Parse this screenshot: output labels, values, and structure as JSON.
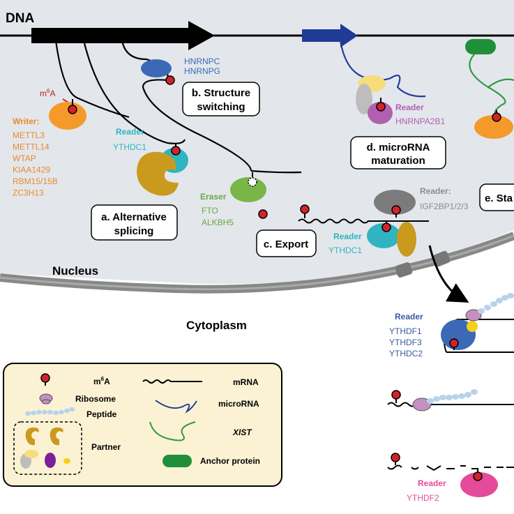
{
  "labels": {
    "dna": "DNA",
    "nucleus": "Nucleus",
    "cytoplasm": "Cytoplasm",
    "m6a_sup": "6",
    "m6a_m": "m",
    "m6a_a": "A"
  },
  "boxes": {
    "a_line1": "a. Alternative",
    "a_line2": "splicing",
    "b_line1": "b. Structure",
    "b_line2": "switching",
    "c": "c. Export",
    "d_line1": "d. microRNA",
    "d_line2": "maturation",
    "e": "e. Sta"
  },
  "writer": {
    "title": "Writer:",
    "items": [
      "METTL3",
      "METTL14",
      "WTAP",
      "KIAA1429",
      "RBM15/15B",
      "ZC3H13"
    ]
  },
  "hnrnp": [
    "HNRNPC",
    "HNRNPG"
  ],
  "reader_ythdc1_splice": {
    "title": "Reader",
    "name": "YTHDC1"
  },
  "eraser": {
    "title": "Eraser",
    "items": [
      "FTO",
      "ALKBH5"
    ]
  },
  "reader_export": {
    "title": "Reader",
    "name": "YTHDC1"
  },
  "reader_mirna": {
    "title": "Reader",
    "name": "HNRNPA2B1"
  },
  "reader_igf": {
    "title": "Reader:",
    "name": "IGF2BP1/2/3"
  },
  "reader_cyto": {
    "title": "Reader",
    "items": [
      "YTHDF1",
      "YTHDF3",
      "YTHDC2"
    ]
  },
  "reader_decay": {
    "title": "Reader",
    "name": "YTHDF2"
  },
  "legend": {
    "m6a": "m",
    "m6a_sup": "6",
    "m6a_a": "A",
    "ribosome": "Ribosome",
    "peptide": "Peptide",
    "partner": "Partner",
    "mrna": "mRNA",
    "microrna": "microRNA",
    "xist": "XIST",
    "anchor": "Anchor protein"
  },
  "colors": {
    "writer": "#f39a2a",
    "writer_text": "#e8892a",
    "hnrnp": "#3b69b6",
    "reader_teal": "#2fb4c0",
    "partner_gold": "#c99a1e",
    "eraser": "#7ab548",
    "eraser_text": "#6aa83f",
    "mirna_blue": "#1f3b96",
    "mirna_reader": "#b15fb0",
    "xist_green": "#2f9a3c",
    "anchor": "#1f8f3a",
    "igf_gray": "#7b7b7b",
    "cyto_reader": "#3a5a9b",
    "decay_reader": "#e64b9b",
    "m6a_red": "#d1242a",
    "nucleus_bg": "#e3e7ec",
    "legend_bg": "#fbf2d4"
  }
}
